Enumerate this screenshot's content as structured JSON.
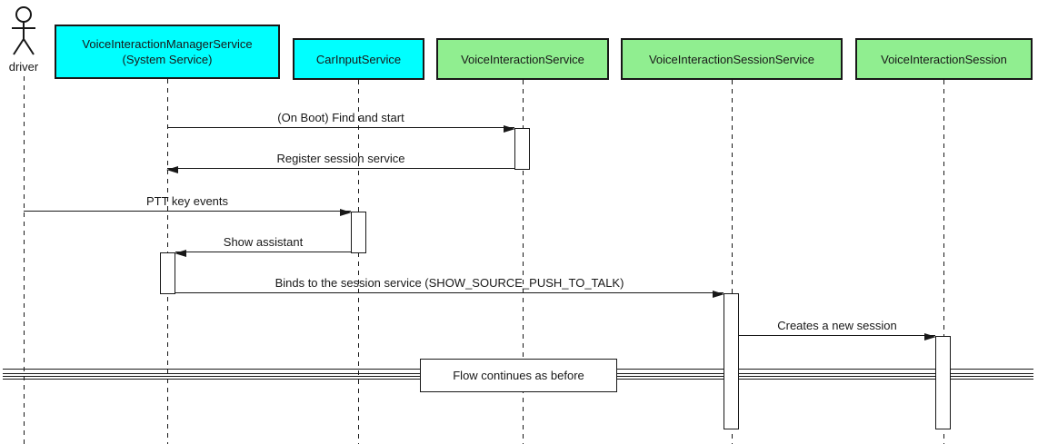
{
  "diagram_type": "uml-sequence-diagram",
  "participants": [
    {
      "id": "driver",
      "kind": "actor",
      "label": "driver"
    },
    {
      "id": "voice-interaction-manager-service",
      "kind": "participant",
      "label_line1": "VoiceInteractionManagerService",
      "label_line2": "(System Service)",
      "fill": "#00FFFF"
    },
    {
      "id": "car-input-service",
      "kind": "participant",
      "label": "CarInputService",
      "fill": "#00FFFF"
    },
    {
      "id": "voice-interaction-service",
      "kind": "participant",
      "label": "VoiceInteractionService",
      "fill": "#90EE90"
    },
    {
      "id": "voice-interaction-session-service",
      "kind": "participant",
      "label": "VoiceInteractionSessionService",
      "fill": "#90EE90"
    },
    {
      "id": "voice-interaction-session",
      "kind": "participant",
      "label": "VoiceInteractionSession",
      "fill": "#90EE90"
    }
  ],
  "messages": [
    {
      "from": "VoiceInteractionManagerService",
      "to": "VoiceInteractionService",
      "direction": "right",
      "label": "(On Boot) Find and start"
    },
    {
      "from": "VoiceInteractionService",
      "to": "VoiceInteractionManagerService",
      "direction": "left",
      "label": "Register session service"
    },
    {
      "from": "driver",
      "to": "CarInputService",
      "direction": "right",
      "label": "PTT key events"
    },
    {
      "from": "CarInputService",
      "to": "VoiceInteractionManagerService",
      "direction": "left",
      "label": "Show assistant"
    },
    {
      "from": "VoiceInteractionManagerService",
      "to": "VoiceInteractionSessionService",
      "direction": "right",
      "label": "Binds to the session service (SHOW_SOURCE_PUSH_TO_TALK)"
    },
    {
      "from": "VoiceInteractionSessionService",
      "to": "VoiceInteractionSession",
      "direction": "right",
      "label": "Creates a new session"
    }
  ],
  "divider": {
    "label": "Flow continues as before"
  },
  "colors": {
    "participant_cyan": "#00FFFF",
    "participant_green": "#90EE90",
    "line": "#181818",
    "background": "#FFFFFF"
  }
}
